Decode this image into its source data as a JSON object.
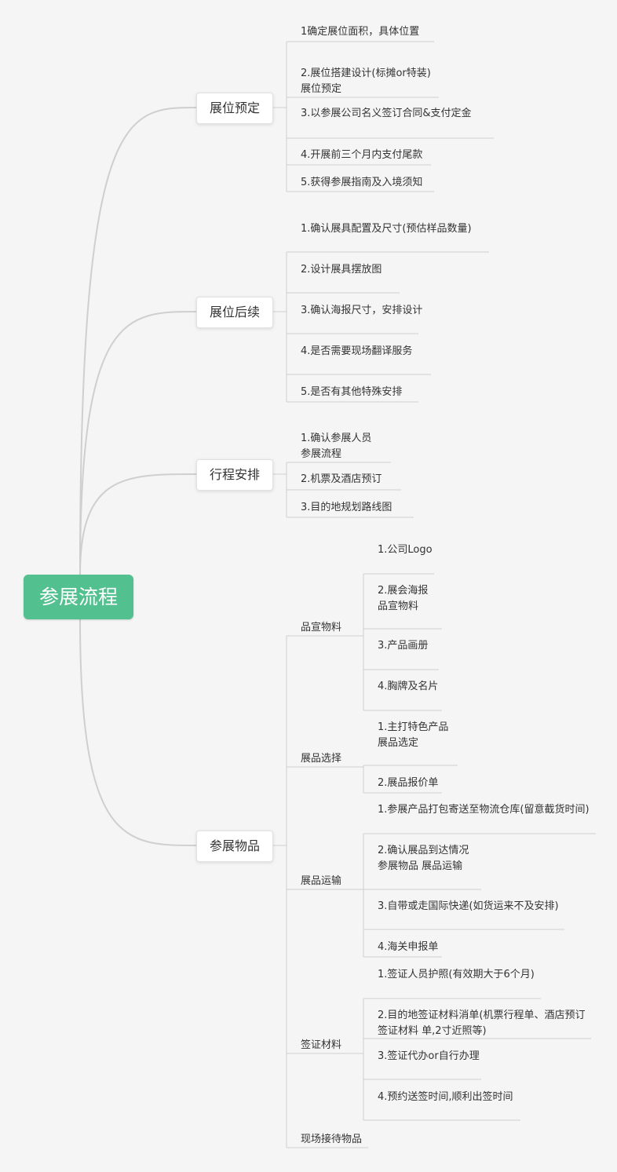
{
  "root": {
    "label": "参展流程"
  },
  "branches": [
    {
      "label": "展位预定",
      "items": [
        "1确定展位面积，具体位置",
        "2.展位搭建设计(标摊or特装)\n展位预定",
        "3.以参展公司名义签订合同&支付定金",
        "4.开展前三个月内支付尾款",
        "5.获得参展指南及入境须知"
      ]
    },
    {
      "label": "展位后续",
      "items": [
        "1.确认展具配置及尺寸(预估样品数量)",
        "2.设计展具摆放图",
        "3.确认海报尺寸，安排设计",
        "4.是否需要现场翻译服务",
        "5.是否有其他特殊安排"
      ]
    },
    {
      "label": "行程安排",
      "items": [
        "1.确认参展人员\n参展流程",
        "2.机票及酒店预订",
        "3.目的地规划路线图"
      ]
    },
    {
      "label": "参展物品",
      "subs": [
        {
          "label": "品宣物料",
          "items": [
            "1.公司Logo",
            "2.展会海报\n品宣物料",
            "3.产品画册",
            "4.胸牌及名片"
          ]
        },
        {
          "label": "展品选择",
          "items": [
            "1.主打特色产品\n展品选定",
            "2.展品报价单"
          ]
        },
        {
          "label": "展品运输",
          "items": [
            "1.参展产品打包寄送至物流仓库(留意截货时间)",
            "2.确认展品到达情况\n参展物品 展品运输",
            "3.自带或走国际快递(如货运来不及安排)",
            "4.海关申报单"
          ]
        },
        {
          "label": "签证材料",
          "items": [
            "1.签证人员护照(有效期大于6个月)",
            "2.目的地签证材料消单(机票行程单、酒店预订\n签证材料 单,2寸近照等)",
            "3.签证代办or自行办理",
            "4.预约送签时间,顺利出签时间"
          ]
        },
        {
          "label": "现场接待物品",
          "items": []
        }
      ]
    }
  ]
}
